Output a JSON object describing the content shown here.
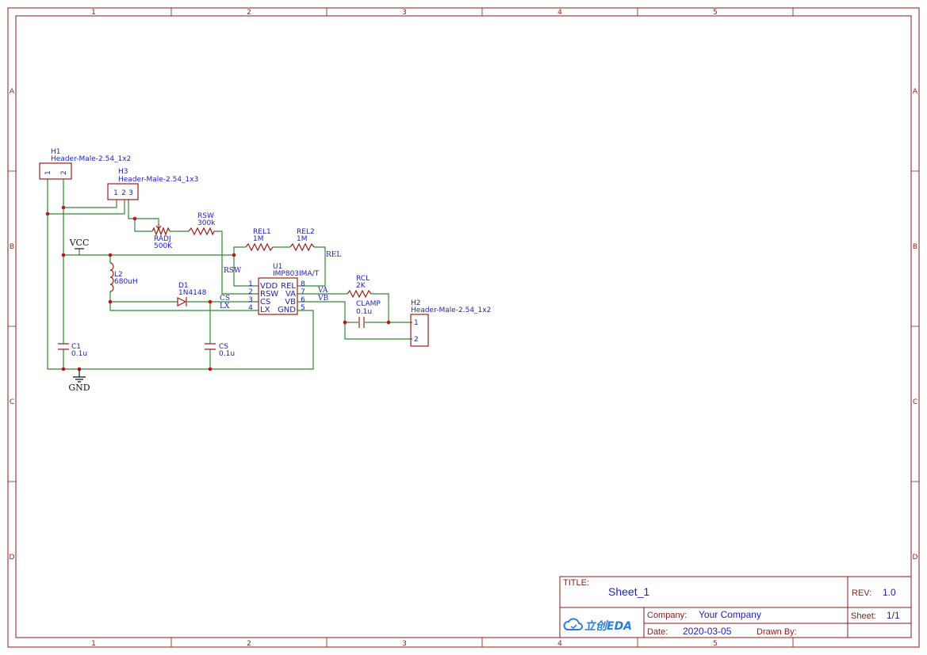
{
  "frame": {
    "columns": [
      "1",
      "2",
      "3",
      "4",
      "5"
    ],
    "rows": [
      "A",
      "B",
      "C",
      "D"
    ]
  },
  "components": {
    "h1": {
      "ref": "H1",
      "value": "Header-Male-2.54_1x2",
      "pins": [
        "1",
        "2"
      ]
    },
    "h3": {
      "ref": "H3",
      "value": "Header-Male-2.54_1x3",
      "pins": [
        "1",
        "2",
        "3"
      ]
    },
    "h2": {
      "ref": "H2",
      "value": "Header-Male-2.54_1x2",
      "pins": [
        "1",
        "2"
      ]
    },
    "radj": {
      "ref": "RADJ",
      "value": "500K"
    },
    "rsw": {
      "ref": "RSW",
      "value": "300k"
    },
    "rel1": {
      "ref": "REL1",
      "value": "1M"
    },
    "rel2": {
      "ref": "REL2",
      "value": "1M"
    },
    "l2": {
      "ref": "L2",
      "value": "680uH"
    },
    "d1": {
      "ref": "D1",
      "value": "1N4148"
    },
    "u1": {
      "ref": "U1",
      "value": "IMP803IMA/T",
      "left_pins": [
        {
          "num": "1",
          "name": "VDD"
        },
        {
          "num": "2",
          "name": "RSW"
        },
        {
          "num": "3",
          "name": "CS"
        },
        {
          "num": "4",
          "name": "LX"
        }
      ],
      "right_pins": [
        {
          "num": "8",
          "name": "REL"
        },
        {
          "num": "7",
          "name": "VA"
        },
        {
          "num": "6",
          "name": "VB"
        },
        {
          "num": "5",
          "name": "GND"
        }
      ]
    },
    "rcl": {
      "ref": "RCL",
      "value": "2K"
    },
    "clamp": {
      "ref": "CLAMP",
      "value": "0.1u"
    },
    "c1": {
      "ref": "C1",
      "value": "0.1u"
    },
    "cs": {
      "ref": "CS",
      "value": "0.1u"
    }
  },
  "power": {
    "vcc": "VCC",
    "gnd": "GND"
  },
  "nets": {
    "rsw": "RSW",
    "rel": "REL",
    "cs": "CS",
    "lx": "LX",
    "va": "VA",
    "vb": "VB"
  },
  "title_block": {
    "title_label": "TITLE:",
    "title": "Sheet_1",
    "rev_label": "REV:",
    "rev": "1.0",
    "company_label": "Company:",
    "company": "Your Company",
    "sheet_label": "Sheet:",
    "sheet": "1/1",
    "date_label": "Date:",
    "date": "2020-03-05",
    "drawn_by_label": "Drawn By:",
    "drawn_by": "",
    "logo_text": "立创EDA"
  },
  "colors": {
    "frame": "#8b1a1a",
    "wire": "#2e8b2e",
    "component": "#a01c1c",
    "label": "#1d1dbf",
    "junction": "#c0141c"
  }
}
